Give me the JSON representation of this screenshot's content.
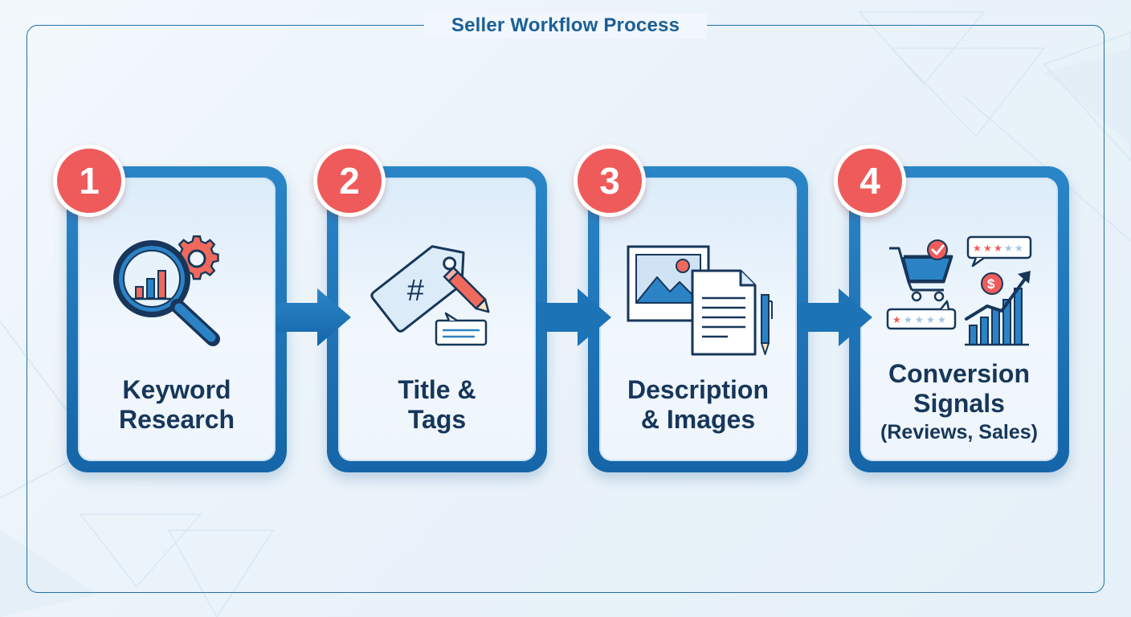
{
  "diagram": {
    "title": "Seller Workflow Process",
    "steps": [
      {
        "number": "1",
        "label": "Keyword Research",
        "label_lines": [
          "Keyword",
          "Research"
        ],
        "sublabel": "",
        "icon": "magnifier-bar-chart-gear-icon"
      },
      {
        "number": "2",
        "label": "Title & Tags",
        "label_lines": [
          "Title &",
          "Tags"
        ],
        "sublabel": "",
        "icon": "hashtag-price-tag-pencil-icon"
      },
      {
        "number": "3",
        "label": "Description & Images",
        "label_lines": [
          "Description",
          "& Images"
        ],
        "sublabel": "",
        "icon": "image-document-pen-icon"
      },
      {
        "number": "4",
        "label": "Conversion Signals (Reviews, Sales)",
        "label_lines": [
          "Conversion",
          "Signals"
        ],
        "sublabel": "(Reviews, Sales)",
        "icon": "cart-reviews-sales-growth-icon"
      }
    ],
    "connectors": [
      "right-arrow",
      "right-arrow",
      "right-arrow"
    ],
    "colors": {
      "primary_blue": "#1565a8",
      "badge_red": "#ef5b5b",
      "text_navy": "#17365a",
      "title_blue": "#1b5f96"
    }
  }
}
